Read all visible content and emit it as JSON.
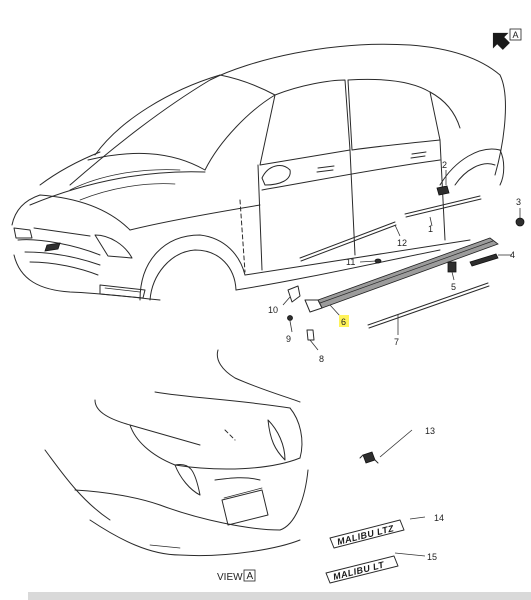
{
  "view_marker": {
    "letter": "A"
  },
  "bottom_view_label": {
    "prefix": "VIEW",
    "letter": "A"
  },
  "callouts": [
    {
      "id": "1",
      "label": "1"
    },
    {
      "id": "2",
      "label": "2"
    },
    {
      "id": "3",
      "label": "3"
    },
    {
      "id": "4",
      "label": "4"
    },
    {
      "id": "5",
      "label": "5"
    },
    {
      "id": "6",
      "label": "6",
      "highlighted": true
    },
    {
      "id": "7",
      "label": "7"
    },
    {
      "id": "8",
      "label": "8"
    },
    {
      "id": "9",
      "label": "9"
    },
    {
      "id": "10",
      "label": "10"
    },
    {
      "id": "11",
      "label": "11"
    },
    {
      "id": "12",
      "label": "12"
    },
    {
      "id": "13",
      "label": "13"
    },
    {
      "id": "14",
      "label": "14"
    },
    {
      "id": "15",
      "label": "15"
    }
  ],
  "emblems": {
    "upper": "MALIBU LTZ",
    "lower": "MALIBU LT"
  },
  "colors": {
    "highlight": "#fff35a",
    "line": "#2a2a2a"
  }
}
